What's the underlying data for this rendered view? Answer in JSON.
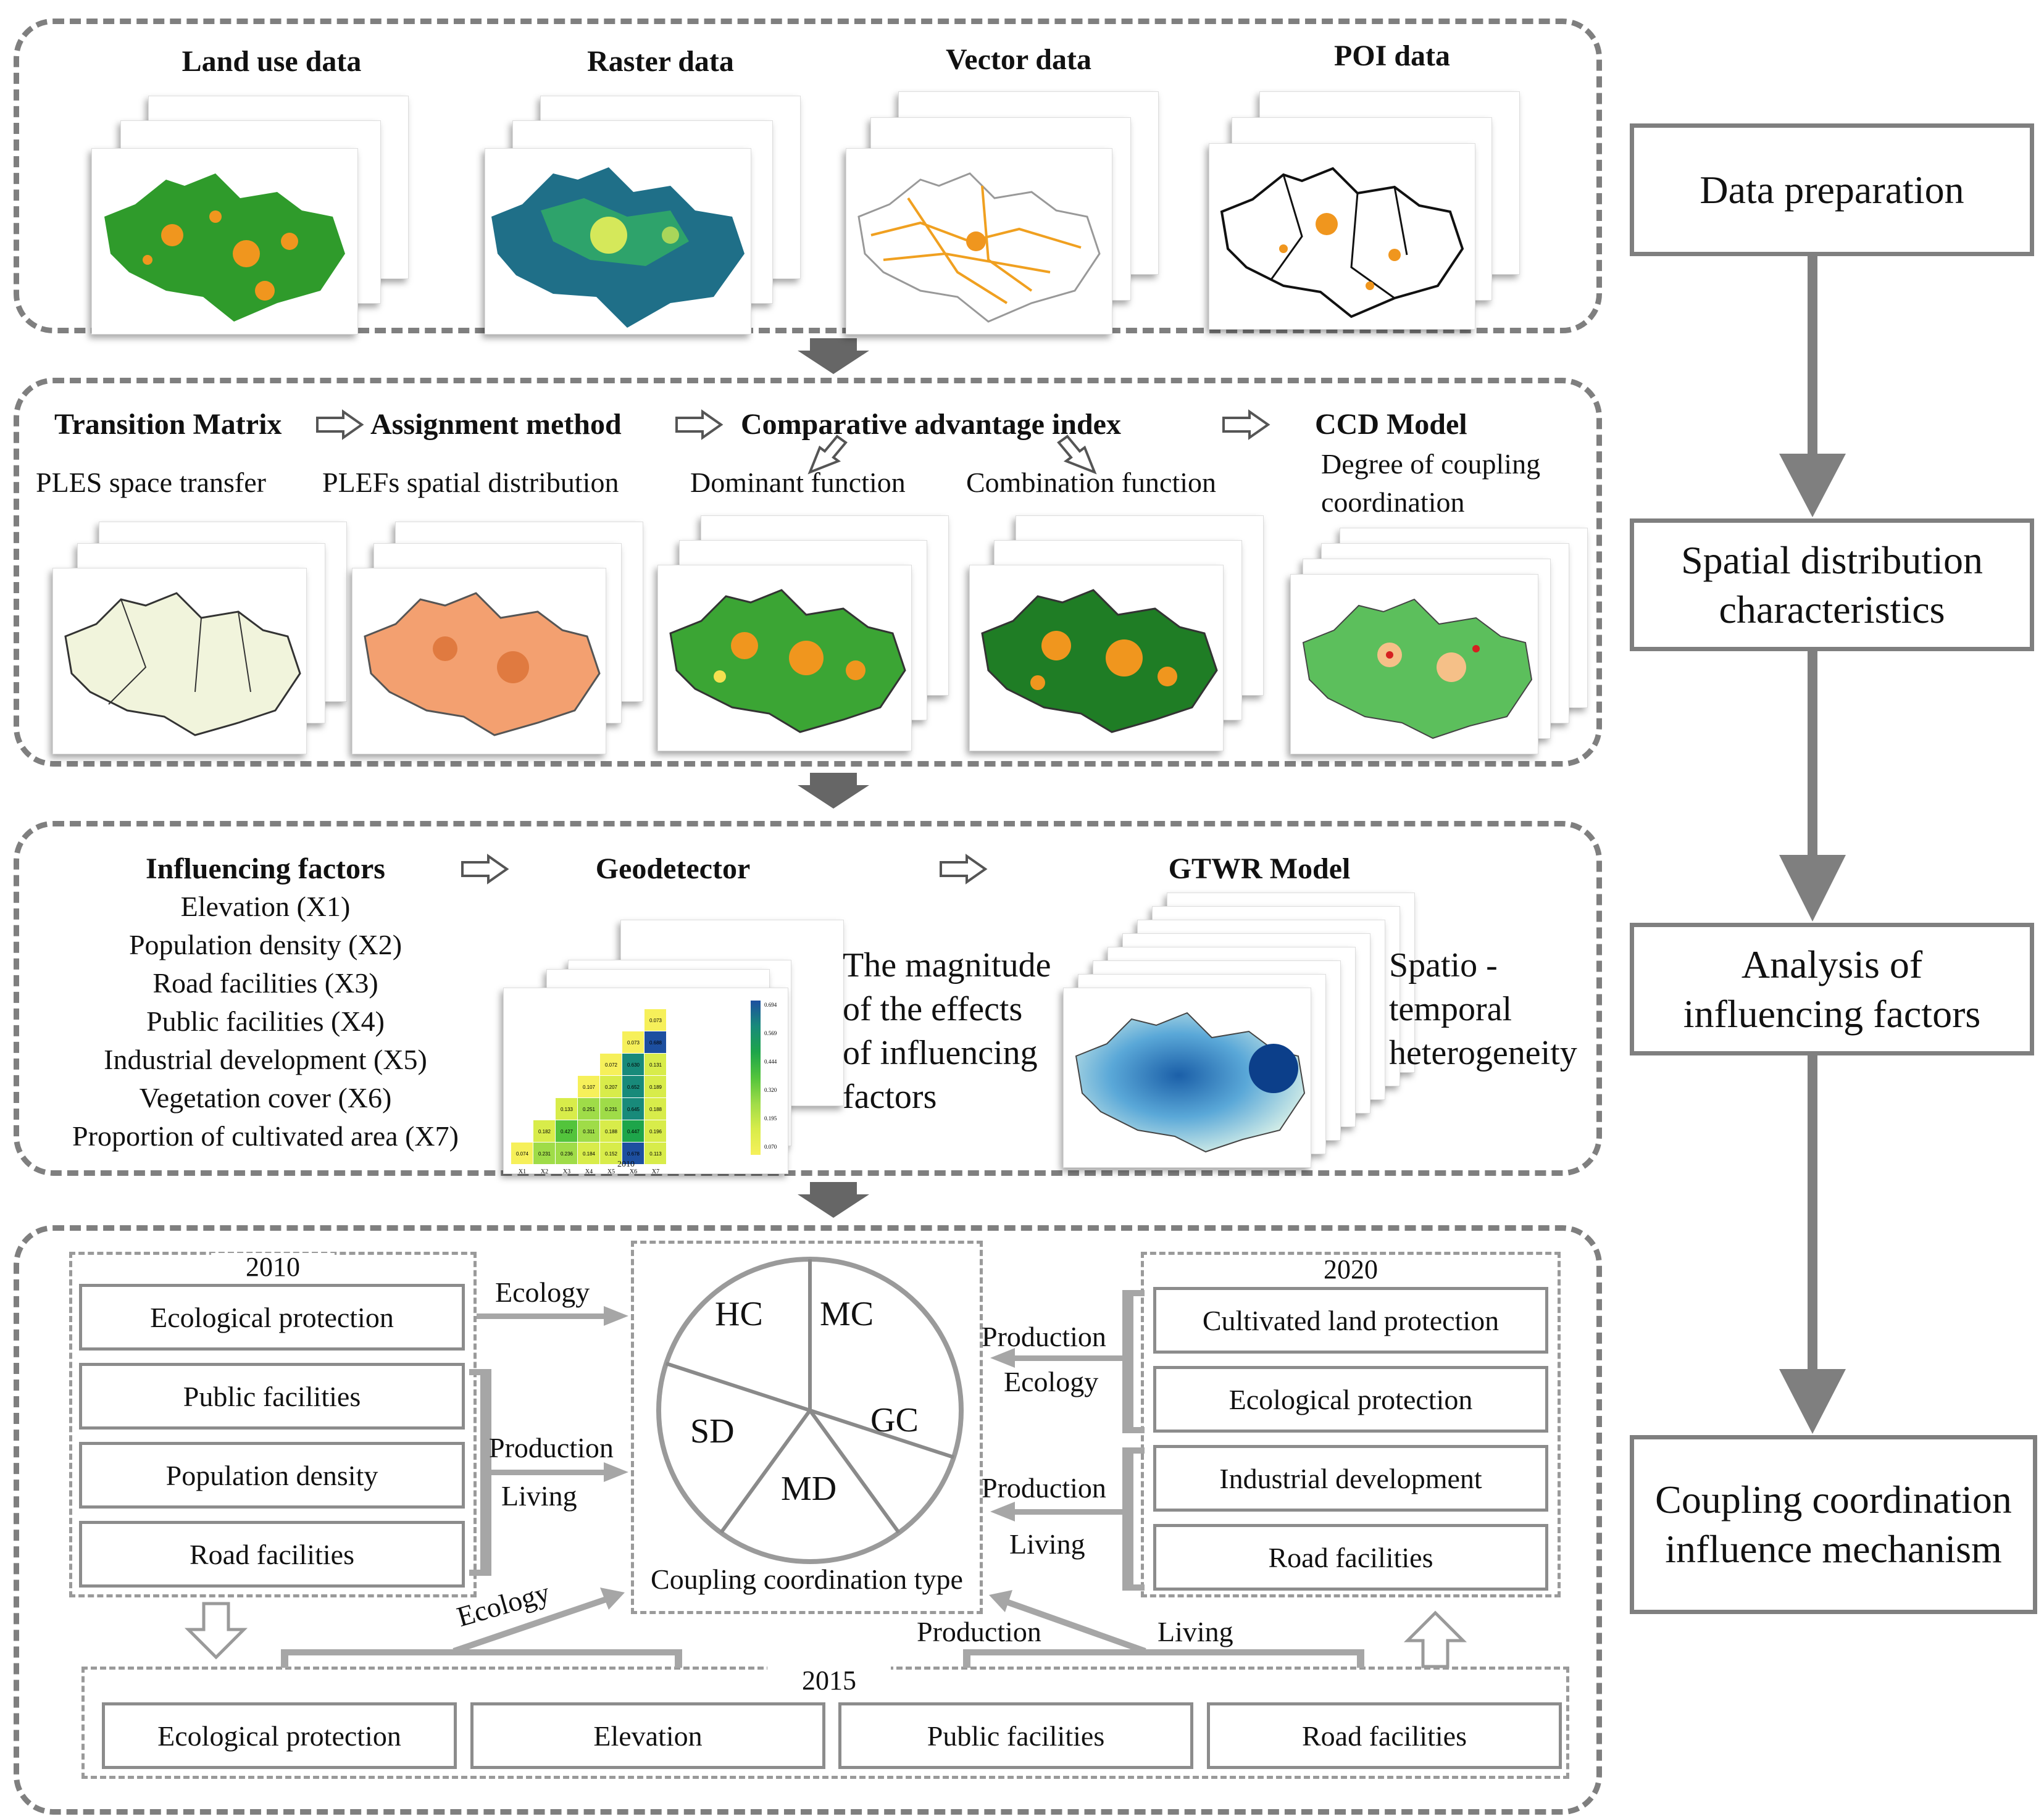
{
  "stage1": {
    "titles": [
      "Land use data",
      "Raster data",
      "Vector data",
      "POI data"
    ]
  },
  "stage2": {
    "methods": [
      "Transition Matrix",
      "Assignment method",
      "Comparative advantage index",
      "CCD Model"
    ],
    "outputs": [
      "PLES space transfer",
      "PLEFs spatial distribution",
      "Dominant function",
      "Combination function",
      "Degree of coupling",
      "coordination"
    ]
  },
  "stage3": {
    "factors_title": "Influencing factors",
    "factors": [
      "Elevation (X1)",
      "Population density (X2)",
      "Road facilities (X3)",
      "Public facilities (X4)",
      "Industrial development (X5)",
      "Vegetation cover (X6)",
      "Proportion of cultivated area (X7)"
    ],
    "geodetector_title": "Geodetector",
    "geodetector_caption": [
      "The magnitude",
      "of the effects",
      "of influencing",
      "factors"
    ],
    "gtwr_title": "GTWR Model",
    "gtwr_caption": [
      "Spatio -",
      "temporal",
      "heterogeneity"
    ]
  },
  "stage4": {
    "year_2010": "2010",
    "items_2010": [
      "Ecological protection",
      "Public facilities",
      "Population density",
      "Road facilities"
    ],
    "year_2020": "2020",
    "items_2020": [
      "Cultivated land protection",
      "Ecological protection",
      "Industrial development",
      "Road facilities"
    ],
    "year_2015": "2015",
    "items_2015": [
      "Ecological protection",
      "Elevation",
      "Public facilities",
      "Road facilities"
    ],
    "arrow_labels": {
      "ecology_2010": "Ecology",
      "production_2010": "Production",
      "living_2010": "Living",
      "production_2020_top": "Production",
      "ecology_2020": "Ecology",
      "production_2020_bottom": "Production",
      "living_2020": "Living",
      "ecology_2015": "Ecology",
      "production_2015": "Production",
      "living_2015": "Living"
    },
    "pie_segments": [
      "HC",
      "MC",
      "GC",
      "MD",
      "SD"
    ],
    "pie_caption": "Coupling coordination type"
  },
  "flow": [
    "Data preparation",
    "Spatial distribution characteristics",
    "Analysis of influencing factors",
    "Coupling coordination influence mechanism"
  ],
  "matrix_numbers": {
    "row1": [
      "0.074",
      "0.231",
      "0.236",
      "0.184",
      "0.152",
      "0.678",
      "0.113"
    ],
    "row2": [
      "0.182",
      "0.427",
      "0.311",
      "0.188",
      "0.447",
      "0.196"
    ],
    "row3": [
      "0.133",
      "0.251",
      "0.231",
      "0.645",
      "0.188"
    ],
    "row4": [
      "0.107",
      "0.207",
      "0.652",
      "0.189"
    ],
    "row5": [
      "0.072",
      "0.630",
      "0.131"
    ],
    "row6": [
      "0.073",
      "0.688"
    ],
    "row7": [
      "0.073"
    ],
    "right_col": [
      "0.694",
      "0.569",
      "0.444",
      "0.320",
      "0.195",
      "0.070"
    ],
    "axis": [
      "X1",
      "X2",
      "X3",
      "X4",
      "X5",
      "X6",
      "X7"
    ],
    "year_label": "2010"
  },
  "colors": {
    "frame": "#7f7f7f",
    "arrow": "#666666",
    "light_arrow": "#a6a6a6",
    "green_map": "#2e9a2a",
    "orange": "#f0961e"
  }
}
